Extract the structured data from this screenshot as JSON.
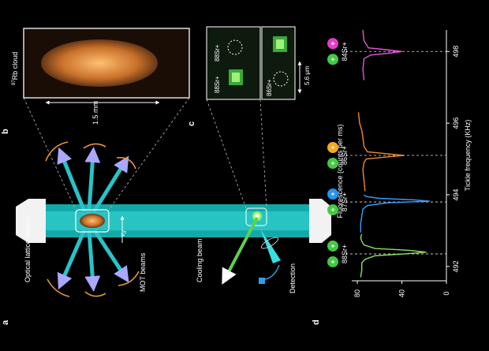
{
  "panels": {
    "a": "a",
    "b": "b",
    "c": "c",
    "d": "d"
  },
  "apparatus": {
    "optical_lattice_label": "Optical lattice beams",
    "mot_label": "MOT beams",
    "cooling_label": "Cooling beam",
    "detection_label": "Detection",
    "velocity_label": "v",
    "velocity_sub": "d"
  },
  "cloud": {
    "label_sup": "87",
    "label_main": "Rb cloud",
    "scale": "1.5 mm"
  },
  "ion_images": {
    "top_ion": "88Sr+",
    "bottom_ion": "86Sr+",
    "scale": "5.6 μm"
  },
  "spectrum": {
    "ylabel": "Fluorescence (counts per ms)",
    "xlabel": "Tickle frequency (KHz)",
    "peaks": [
      {
        "label": "88Sr+",
        "partner_color": "#43c943"
      },
      {
        "label": "87Sr+",
        "partner_color": "#2196f3"
      },
      {
        "label": "86Sr+",
        "partner_color": "#f4a820"
      },
      {
        "label": "84Sr+",
        "partner_color": "#e13fc8"
      }
    ]
  },
  "chart_data": {
    "type": "line",
    "title": "",
    "xlabel": "Tickle frequency (KHz)",
    "ylabel": "Fluorescence (counts per ms)",
    "xlim": [
      491.6,
      498.6
    ],
    "ylim": [
      0,
      85
    ],
    "xticks": [
      492,
      494,
      496,
      498
    ],
    "yticks": [
      0,
      40,
      80
    ],
    "grid": false,
    "series": [
      {
        "label": "88Sr+",
        "color": "#8ee06a",
        "x": [
          491.7,
          491.9,
          492.1,
          492.2,
          492.3,
          492.35,
          492.4,
          492.45,
          492.5,
          492.6,
          492.7,
          492.8,
          492.9
        ],
        "y": [
          77,
          76,
          76,
          73,
          64,
          38,
          18,
          33,
          64,
          74,
          76,
          77,
          76
        ]
      },
      {
        "label": "87Sr+",
        "color": "#3aa0ff",
        "x": [
          492.95,
          493.2,
          493.4,
          493.6,
          493.7,
          493.78,
          493.82,
          493.86,
          493.9,
          493.95,
          494.0
        ],
        "y": [
          77,
          77,
          76,
          75,
          71,
          52,
          15,
          30,
          60,
          72,
          74
        ]
      },
      {
        "label": "86Sr+",
        "color": "#f2882e",
        "x": [
          494.1,
          494.4,
          494.7,
          494.9,
          495.0,
          495.05,
          495.1,
          495.15,
          495.2,
          495.35,
          495.6,
          495.8,
          496.0,
          496.3
        ],
        "y": [
          73,
          74,
          75,
          74,
          72,
          56,
          38,
          55,
          71,
          74,
          75,
          76,
          78,
          79
        ]
      },
      {
        "label": "84Sr+",
        "color": "#e257d6",
        "x": [
          497.2,
          497.5,
          497.8,
          497.9,
          497.95,
          498.0,
          498.05,
          498.1,
          498.3,
          498.6
        ],
        "y": [
          74,
          75,
          74,
          68,
          52,
          40,
          54,
          70,
          74,
          75
        ]
      }
    ],
    "annotations": [
      {
        "x": 492.35,
        "text": "88Sr+"
      },
      {
        "x": 493.8,
        "text": "87Sr+"
      },
      {
        "x": 495.1,
        "text": "86Sr+"
      },
      {
        "x": 498.0,
        "text": "84Sr+"
      }
    ]
  }
}
